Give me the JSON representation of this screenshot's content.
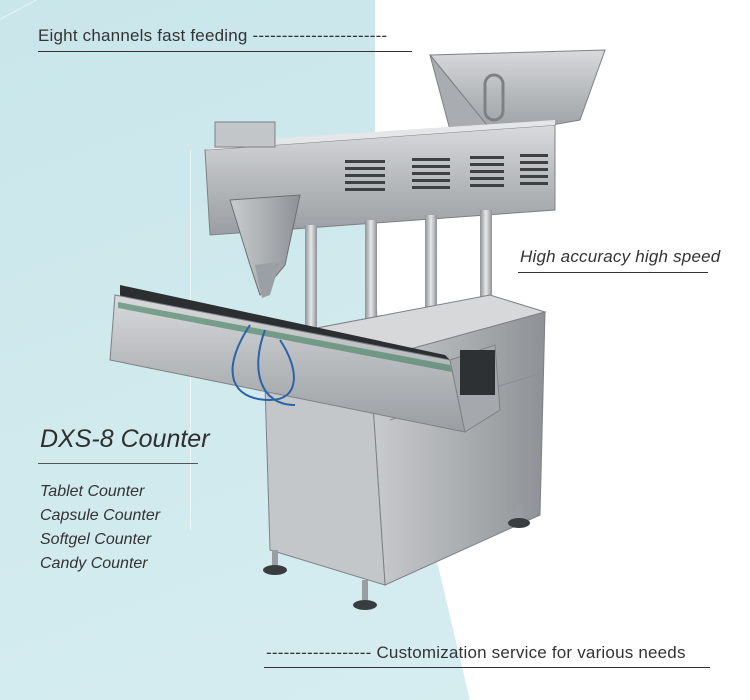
{
  "captions": {
    "feeding": "Eight channels fast feeding",
    "feeding_dashes": "-----------------------",
    "accuracy": "High accuracy high speed",
    "custom_dashes": "------------------",
    "custom": "Customization service for various needs"
  },
  "product": {
    "title": "DXS-8 Counter",
    "types": [
      "Tablet Counter",
      "Capsule Counter",
      "Softgel Counter",
      "Candy Counter"
    ]
  },
  "colors": {
    "background_left": "#cfe9ed",
    "background_right": "#ffffff",
    "text": "#333333",
    "steel": "#b9bcbf"
  }
}
